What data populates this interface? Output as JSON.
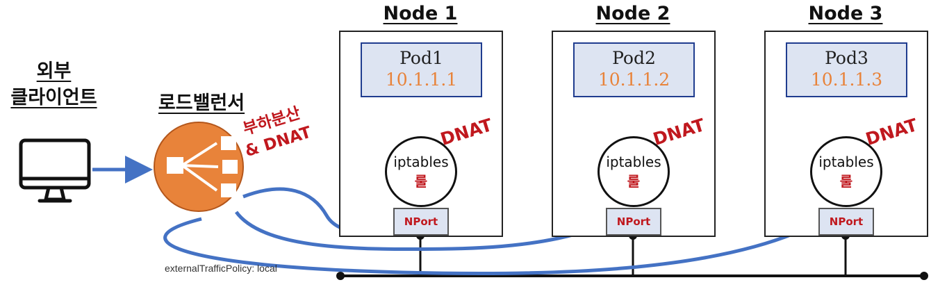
{
  "client": {
    "title_line1": "외부",
    "title_line2": "클라이언트",
    "icon": "monitor-icon"
  },
  "load_balancer": {
    "title": "로드밸런서",
    "note_line1": "부하분산",
    "note_line2": "& DNAT",
    "icon": "load-balancer-icon",
    "policy": "externalTrafficPolicy: local"
  },
  "nodes": [
    {
      "title": "Node 1",
      "pod_name": "Pod1",
      "pod_ip": "10.1.1.1",
      "iptables": "iptables",
      "rule": "룰",
      "nport": "NPort",
      "dnat": "DNAT"
    },
    {
      "title": "Node 2",
      "pod_name": "Pod2",
      "pod_ip": "10.1.1.2",
      "iptables": "iptables",
      "rule": "룰",
      "nport": "NPort",
      "dnat": "DNAT"
    },
    {
      "title": "Node 3",
      "pod_name": "Pod3",
      "pod_ip": "10.1.1.3",
      "iptables": "iptables",
      "rule": "룰",
      "nport": "NPort",
      "dnat": "DNAT"
    }
  ],
  "colors": {
    "flow": "#4472c4",
    "arrow_red": "#c0181e",
    "lb_orange": "#e8833a",
    "ip_orange": "#e8833a"
  }
}
